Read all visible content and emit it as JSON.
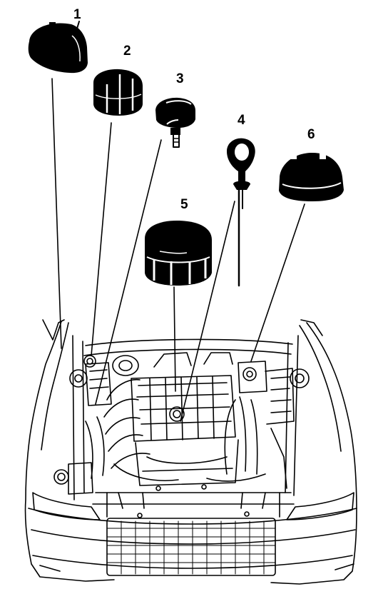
{
  "callouts": [
    {
      "id": 1,
      "label": "1"
    },
    {
      "id": 2,
      "label": "2"
    },
    {
      "id": 3,
      "label": "3"
    },
    {
      "id": 4,
      "label": "4"
    },
    {
      "id": 5,
      "label": "5"
    },
    {
      "id": 6,
      "label": "6"
    }
  ],
  "colors": {
    "ink": "#000000",
    "background": "#ffffff",
    "highlight": "#ffffff"
  },
  "icons": [
    "coolant-cap-icon",
    "power-steering-cap-icon",
    "brake-fluid-cap-icon",
    "oil-dipstick-icon",
    "oil-filler-cap-icon",
    "washer-fluid-cap-icon",
    "engine-bay-illustration"
  ]
}
